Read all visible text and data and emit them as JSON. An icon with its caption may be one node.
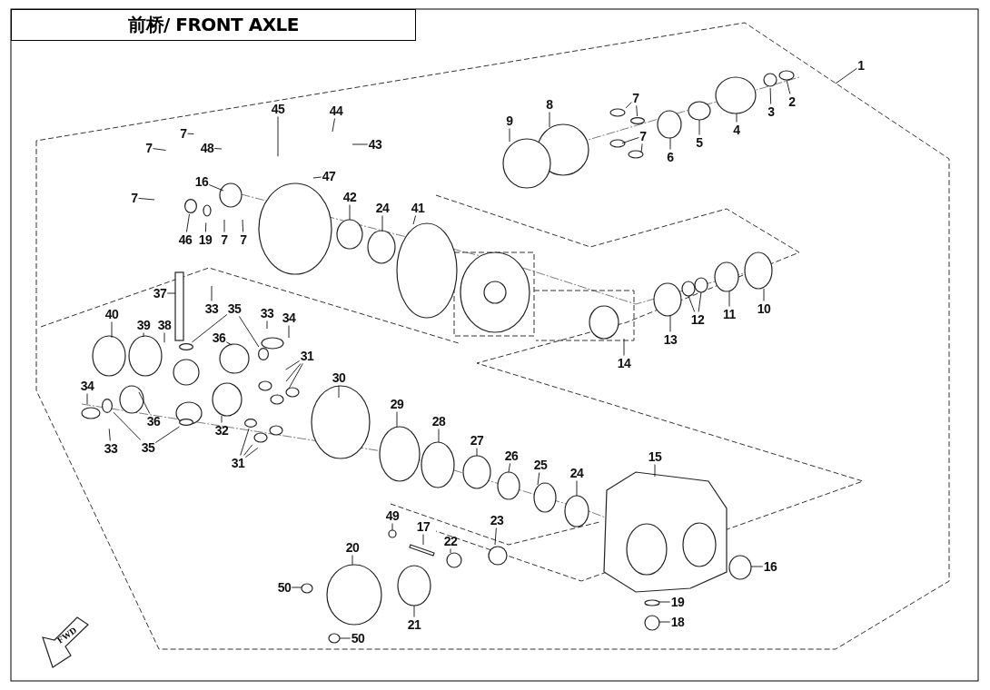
{
  "diagram": {
    "title": "前桥/ FRONT AXLE",
    "nodes": [
      {
        "text": [
          "1"
        ]
      },
      {
        "text": [
          "7"
        ]
      },
      {
        "text": [
          "7"
        ]
      },
      {
        "text": [
          "48"
        ]
      },
      {
        "text": [
          "45"
        ]
      },
      {
        "text": [
          "44"
        ]
      },
      {
        "text": [
          "43"
        ]
      },
      {
        "text": [
          "47"
        ]
      },
      {
        "text": [
          "16"
        ]
      },
      {
        "text": [
          "7"
        ]
      },
      {
        "text": [
          "46"
        ]
      },
      {
        "text": [
          "19"
        ]
      },
      {
        "text": [
          "7"
        ]
      },
      {
        "text": [
          "7"
        ]
      },
      {
        "text": [
          "42"
        ]
      },
      {
        "text": [
          "24"
        ]
      },
      {
        "text": [
          "41"
        ]
      },
      {
        "text": [
          "7"
        ]
      },
      {
        "text": [
          "8"
        ]
      },
      {
        "text": [
          "9"
        ]
      },
      {
        "text": [
          "7"
        ]
      },
      {
        "text": [
          "6"
        ]
      },
      {
        "text": [
          "5"
        ]
      },
      {
        "text": [
          "4"
        ]
      },
      {
        "text": [
          "3"
        ]
      },
      {
        "text": [
          "2"
        ]
      },
      {
        "text": [
          "37"
        ]
      },
      {
        "text": [
          "33"
        ]
      },
      {
        "text": [
          "35"
        ]
      },
      {
        "text": [
          "33"
        ]
      },
      {
        "text": [
          "34"
        ]
      },
      {
        "text": [
          "40"
        ]
      },
      {
        "text": [
          "39"
        ]
      },
      {
        "text": [
          "38"
        ]
      },
      {
        "text": [
          "36"
        ]
      },
      {
        "text": [
          "10"
        ]
      },
      {
        "text": [
          "11"
        ]
      },
      {
        "text": [
          "12"
        ]
      },
      {
        "text": [
          "13"
        ]
      },
      {
        "text": [
          "14"
        ]
      },
      {
        "text": [
          "31"
        ]
      },
      {
        "text": [
          "30"
        ]
      },
      {
        "text": [
          "34"
        ]
      },
      {
        "text": [
          "29"
        ]
      },
      {
        "text": [
          "36"
        ]
      },
      {
        "text": [
          "32"
        ]
      },
      {
        "text": [
          "28"
        ]
      },
      {
        "text": [
          "33"
        ]
      },
      {
        "text": [
          "35"
        ]
      },
      {
        "text": [
          "27"
        ]
      },
      {
        "text": [
          "26"
        ]
      },
      {
        "text": [
          "15"
        ]
      },
      {
        "text": [
          "31"
        ]
      },
      {
        "text": [
          "25"
        ]
      },
      {
        "text": [
          "24"
        ]
      },
      {
        "text": [
          "49"
        ]
      },
      {
        "text": [
          "23"
        ]
      },
      {
        "text": [
          "17"
        ]
      },
      {
        "text": [
          "22"
        ]
      },
      {
        "text": [
          "20"
        ]
      },
      {
        "text": [
          "16"
        ]
      },
      {
        "text": [
          "50"
        ]
      },
      {
        "text": [
          "19"
        ]
      },
      {
        "text": [
          "18"
        ]
      },
      {
        "text": [
          "21"
        ]
      },
      {
        "text": [
          "50"
        ]
      },
      {
        "text": [],
        "shape": "circle"
      },
      {
        "text": [],
        "shape": "circle"
      },
      {
        "text": [],
        "shape": "circle"
      },
      {
        "text": [],
        "shape": "circle"
      },
      {
        "text": [],
        "shape": "circle"
      },
      {
        "text": [],
        "shape": "circle"
      },
      {
        "text": [],
        "shape": "circle"
      }
    ],
    "edges": [
      {
        "from": 0,
        "to": null,
        "arrow": "none"
      },
      {
        "from": 1,
        "to": null,
        "arrow": "none"
      },
      {
        "from": 2,
        "to": null,
        "arrow": "none"
      },
      {
        "from": 3,
        "to": null,
        "arrow": "none"
      },
      {
        "from": 4,
        "to": null,
        "arrow": "none"
      },
      {
        "from": 5,
        "to": null,
        "arrow": "none"
      },
      {
        "from": 6,
        "to": null,
        "arrow": "none"
      },
      {
        "from": 7,
        "to": null,
        "arrow": "none"
      },
      {
        "from": 8,
        "to": null,
        "arrow": "none"
      },
      {
        "from": 9,
        "to": null,
        "arrow": "none"
      },
      {
        "from": 10,
        "to": 70,
        "arrow": "none"
      },
      {
        "from": 11,
        "to": null,
        "arrow": "none"
      },
      {
        "from": 12,
        "to": null,
        "arrow": "none"
      },
      {
        "from": 13,
        "to": null,
        "arrow": "none"
      },
      {
        "from": 14,
        "to": null,
        "arrow": "none"
      },
      {
        "from": 15,
        "to": null,
        "arrow": "none"
      },
      {
        "from": 16,
        "to": null,
        "arrow": "none"
      },
      {
        "from": 17,
        "to": null,
        "arrow": "none"
      },
      {
        "from": 17,
        "to": 71,
        "arrow": "none"
      },
      {
        "from": 18,
        "to": null,
        "arrow": "none"
      },
      {
        "from": 19,
        "to": null,
        "arrow": "none"
      },
      {
        "from": 20,
        "to": null,
        "arrow": "none"
      },
      {
        "from": 20,
        "to": null,
        "arrow": "none"
      },
      {
        "from": 21,
        "to": null,
        "arrow": "none"
      },
      {
        "from": 22,
        "to": null,
        "arrow": "none"
      },
      {
        "from": 23,
        "to": null,
        "arrow": "none"
      },
      {
        "from": 24,
        "to": null,
        "arrow": "none"
      },
      {
        "from": 25,
        "to": null,
        "arrow": "none"
      },
      {
        "from": 26,
        "to": null,
        "arrow": "none"
      },
      {
        "from": 27,
        "to": null,
        "arrow": "none"
      },
      {
        "from": 28,
        "to": 66,
        "arrow": "none"
      },
      {
        "from": 28,
        "to": 67,
        "arrow": "none"
      },
      {
        "from": 29,
        "to": null,
        "arrow": "none"
      },
      {
        "from": 30,
        "to": null,
        "arrow": "none"
      },
      {
        "from": 31,
        "to": null,
        "arrow": "none"
      },
      {
        "from": 32,
        "to": null,
        "arrow": "none"
      },
      {
        "from": 33,
        "to": null,
        "arrow": "none"
      },
      {
        "from": 34,
        "to": null,
        "arrow": "none"
      },
      {
        "from": 35,
        "to": null,
        "arrow": "none"
      },
      {
        "from": 36,
        "to": null,
        "arrow": "none"
      },
      {
        "from": 37,
        "to": null,
        "arrow": "none"
      },
      {
        "from": 37,
        "to": null,
        "arrow": "none"
      },
      {
        "from": 38,
        "to": null,
        "arrow": "none"
      },
      {
        "from": 39,
        "to": null,
        "arrow": "none"
      },
      {
        "from": 40,
        "to": null,
        "arrow": "none"
      },
      {
        "from": 40,
        "to": null,
        "arrow": "none"
      },
      {
        "from": 40,
        "to": null,
        "arrow": "none"
      },
      {
        "from": 41,
        "to": null,
        "arrow": "none"
      },
      {
        "from": 42,
        "to": null,
        "arrow": "none"
      },
      {
        "from": 43,
        "to": null,
        "arrow": "none"
      },
      {
        "from": 44,
        "to": null,
        "arrow": "none"
      },
      {
        "from": 45,
        "to": null,
        "arrow": "none"
      },
      {
        "from": 46,
        "to": null,
        "arrow": "none"
      },
      {
        "from": 47,
        "to": null,
        "arrow": "none"
      },
      {
        "from": 48,
        "to": 68,
        "arrow": "none"
      },
      {
        "from": 48,
        "to": 69,
        "arrow": "none"
      },
      {
        "from": 49,
        "to": null,
        "arrow": "none"
      },
      {
        "from": 50,
        "to": null,
        "arrow": "none"
      },
      {
        "from": 51,
        "to": null,
        "arrow": "none"
      },
      {
        "from": 52,
        "to": 72,
        "arrow": "none"
      },
      {
        "from": 52,
        "to": null,
        "arrow": "none"
      },
      {
        "from": 52,
        "to": null,
        "arrow": "none"
      },
      {
        "from": 53,
        "to": null,
        "arrow": "none"
      },
      {
        "from": 54,
        "to": null,
        "arrow": "none"
      },
      {
        "from": 55,
        "to": null,
        "arrow": "none"
      },
      {
        "from": 56,
        "to": null,
        "arrow": "none"
      },
      {
        "from": 57,
        "to": null,
        "arrow": "none"
      },
      {
        "from": 58,
        "to": null,
        "arrow": "none"
      },
      {
        "from": 59,
        "to": null,
        "arrow": "none"
      },
      {
        "from": 60,
        "to": null,
        "arrow": "none"
      },
      {
        "from": 61,
        "to": null,
        "arrow": "none"
      },
      {
        "from": 62,
        "to": null,
        "arrow": "none"
      },
      {
        "from": 63,
        "to": null,
        "arrow": "none"
      },
      {
        "from": 64,
        "to": null,
        "arrow": "none"
      },
      {
        "from": 65,
        "to": null,
        "arrow": "none"
      }
    ],
    "labels": [
      "FWD"
    ]
  }
}
